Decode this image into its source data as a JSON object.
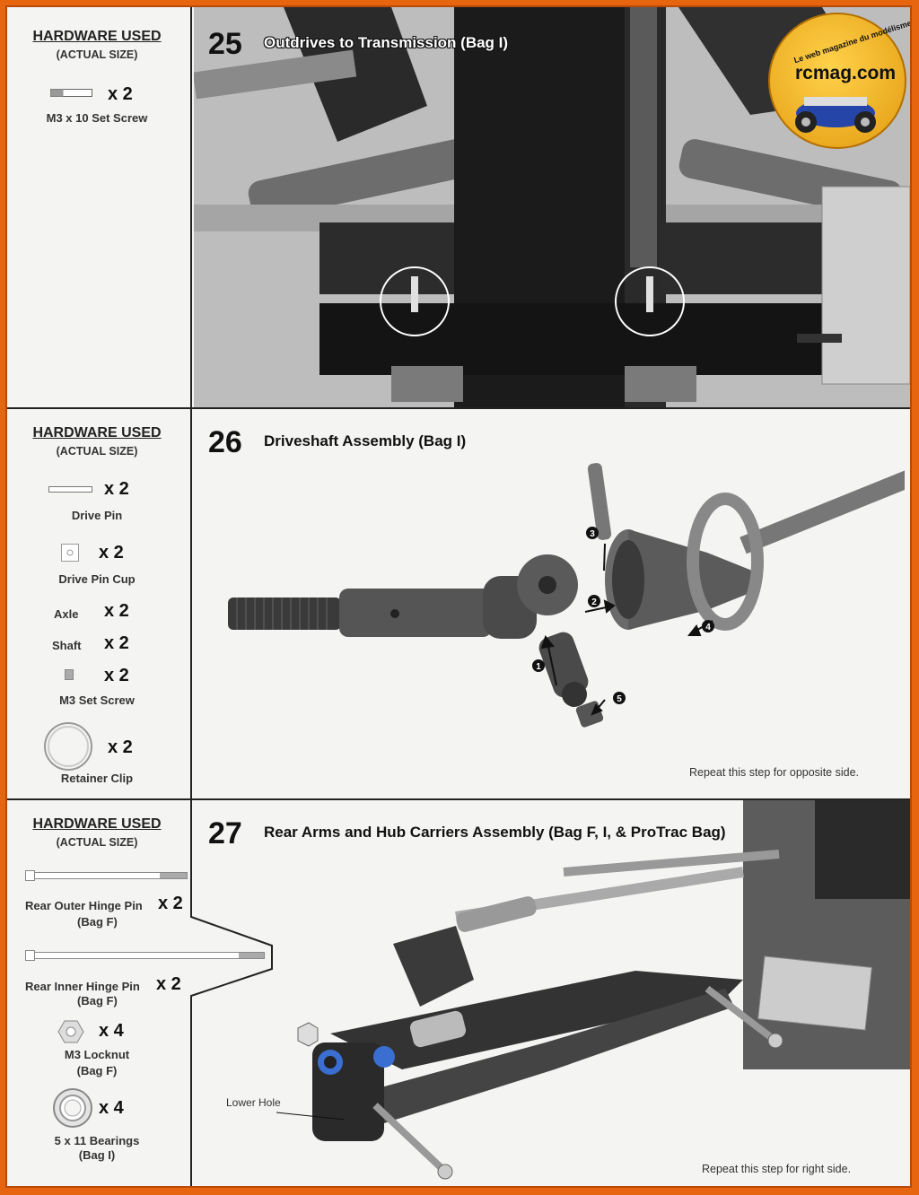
{
  "watermark": {
    "brand": "rcmag.com",
    "tagline": "Le web magazine du modélisme"
  },
  "step25": {
    "number": "25",
    "title": "Outdrives to Transmission (Bag I)",
    "hardware_title": "HARDWARE USED",
    "hardware_sub": "(ACTUAL SIZE)",
    "hardware": [
      {
        "label": "M3 x 10 Set Screw",
        "qty": "x 2"
      }
    ]
  },
  "step26": {
    "number": "26",
    "title": "Driveshaft Assembly (Bag I)",
    "hardware_title": "HARDWARE USED",
    "hardware_sub": "(ACTUAL SIZE)",
    "hardware": [
      {
        "label": "Drive Pin",
        "qty": "x 2"
      },
      {
        "label": "Drive Pin Cup",
        "qty": "x 2"
      },
      {
        "label": "Axle",
        "qty": "x 2"
      },
      {
        "label": "Shaft",
        "qty": "x 2"
      },
      {
        "label": "M3 Set Screw",
        "qty": "x 2"
      },
      {
        "label": "Retainer Clip",
        "qty": "x 2"
      }
    ],
    "callouts": [
      "1",
      "2",
      "3",
      "4",
      "5"
    ],
    "note": "Repeat this step for opposite side."
  },
  "step27": {
    "number": "27",
    "title": "Rear Arms and Hub Carriers Assembly (Bag F, I, & ProTrac Bag)",
    "hardware_title": "HARDWARE USED",
    "hardware_sub": "(ACTUAL SIZE)",
    "hardware": [
      {
        "label": "Rear Outer Hinge Pin",
        "bag": "(Bag F)",
        "qty": "x 2"
      },
      {
        "label": "Rear Inner Hinge Pin",
        "bag": "(Bag F)",
        "qty": "x 2"
      },
      {
        "label": "M3 Locknut",
        "bag": "(Bag F)",
        "qty": "x 4"
      },
      {
        "label": "5 x 11 Bearings",
        "bag": "(Bag I)",
        "qty": "x 4"
      }
    ],
    "annotation": "Lower Hole",
    "note": "Repeat this step for right side."
  }
}
